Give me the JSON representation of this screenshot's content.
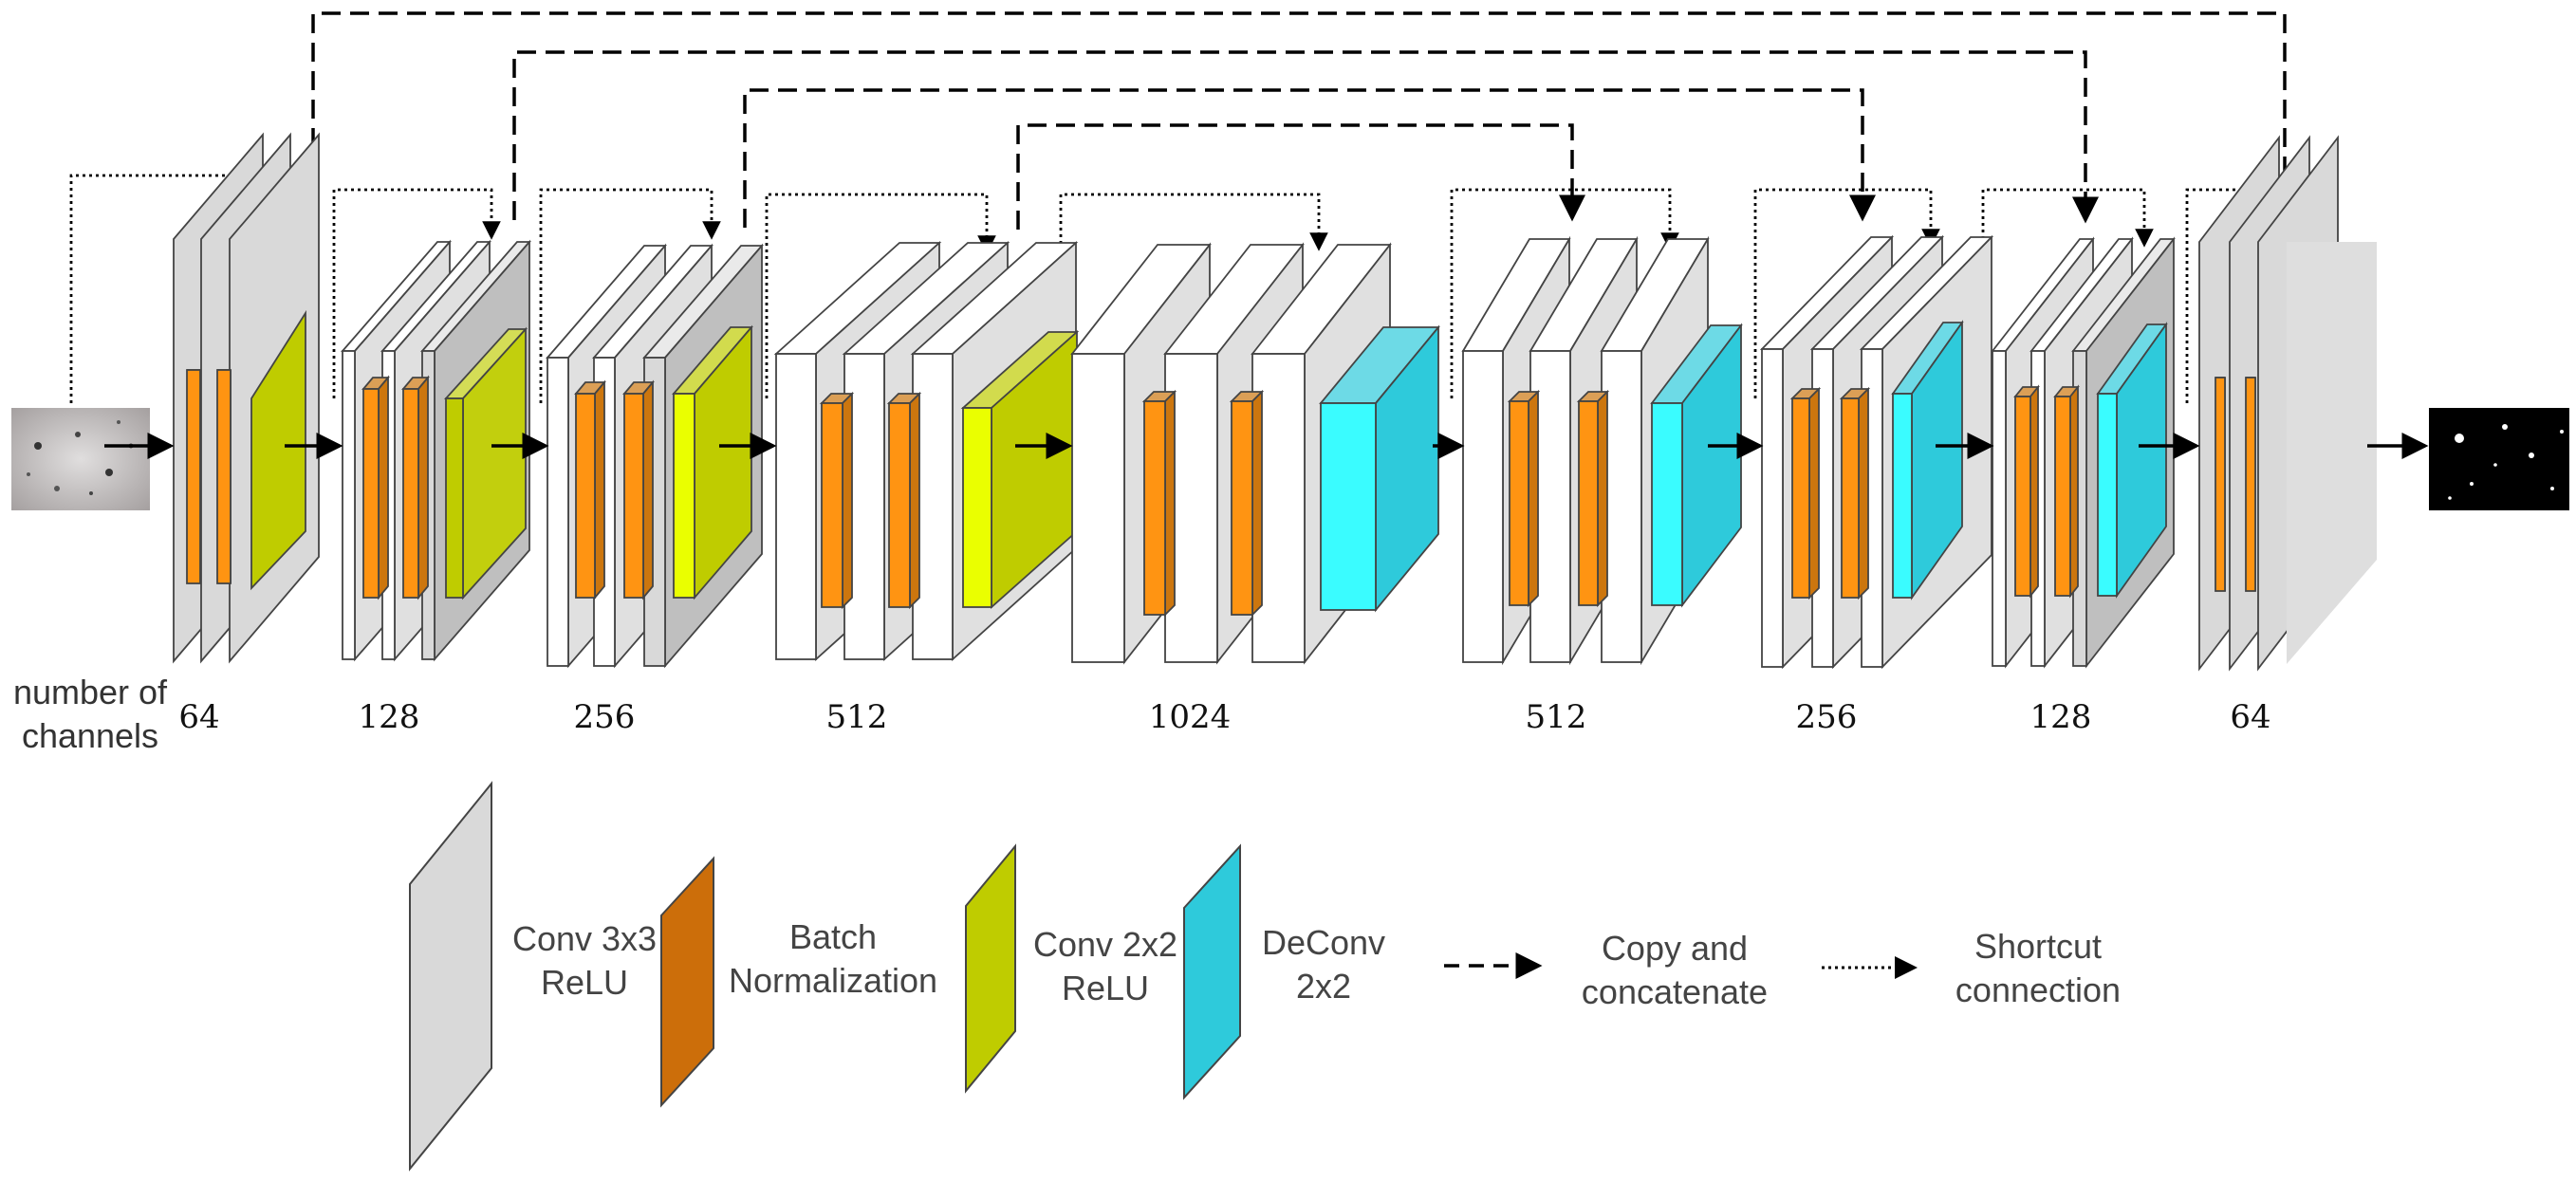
{
  "channels_title": [
    "number of",
    "channels"
  ],
  "channels": [
    "64",
    "128",
    "256",
    "512",
    "1024",
    "512",
    "256",
    "128",
    "64"
  ],
  "legend": {
    "conv3": [
      "Conv 3x3",
      "ReLU"
    ],
    "bn": [
      "Batch",
      "Normalization"
    ],
    "conv2": [
      "Conv 2x2",
      "ReLU"
    ],
    "deconv": [
      "DeConv",
      "2x2"
    ],
    "copy": [
      "Copy and",
      "concatenate"
    ],
    "shortcut": [
      "Shortcut",
      "connection"
    ]
  },
  "colors": {
    "conv3x3": "#d9d9d9",
    "white_layer": "#ffffff",
    "batch_norm": "#ff9412",
    "batch_norm_legend": "#cc6e0a",
    "conv2x2": "#bfcc00",
    "conv2x2_bright": "#eaff00",
    "deconv": "#2ecadb",
    "deconv_bright": "#3afcff",
    "stroke": "#444444",
    "arrow": "#000000"
  },
  "icons": {
    "input": "input-microscopy-image",
    "output": "output-segmentation-mask"
  }
}
